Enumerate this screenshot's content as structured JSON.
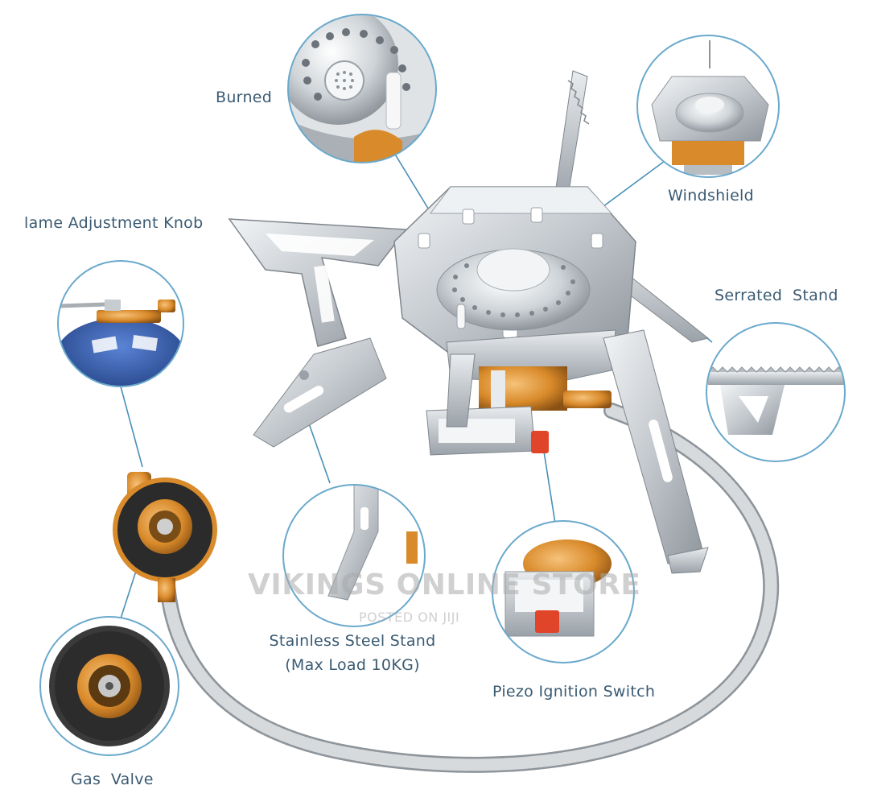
{
  "labels": {
    "burned": "Burned",
    "windshield": "Windshield",
    "flame_knob": "lame Adjustment Knob",
    "serrated_stand": "Serrated  Stand",
    "steel_stand_line1": "Stainless Steel Stand",
    "steel_stand_line2": "(Max Load 10KG)",
    "piezo": "Piezo Ignition Switch",
    "gas_valve": "Gas  Valve"
  },
  "watermark": {
    "store": "VIKINGS ONLINE STORE",
    "posted": "POSTED ON JIJI"
  },
  "colors": {
    "callout_line": "#4a90b8",
    "label_text": "#3a5a72",
    "steel": "#c9ced3",
    "brass": "#d98a2a",
    "ignition_red": "#e0452a",
    "canister_blue": "#2a4f9c"
  }
}
